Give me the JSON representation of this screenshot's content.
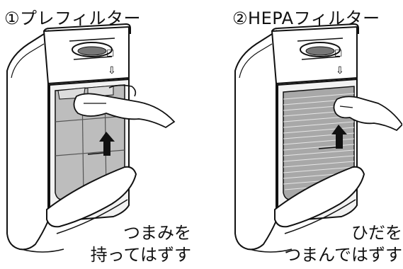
{
  "steps": [
    {
      "title": "①プレフィルター",
      "caption_line1": "つまみを",
      "caption_line2": "持ってはずす",
      "illustration": "pre-filter-removal"
    },
    {
      "title": "②HEPAフィルター",
      "caption_line1": "ひだを",
      "caption_line2": "つまんではずす",
      "illustration": "hepa-filter-removal"
    }
  ],
  "colors": {
    "line": "#111111",
    "body_fill": "#ffffff",
    "filter_grey": "#bdbdbd",
    "hepa_grey": "#a8a8a8",
    "arrow": "#111111"
  }
}
